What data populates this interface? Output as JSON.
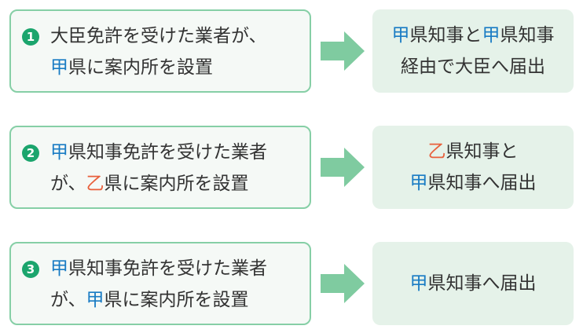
{
  "rows": [
    {
      "number": "1",
      "left": {
        "l1": [
          {
            "t": "大臣免許を受けた業者が、",
            "c": ""
          }
        ],
        "l2": [
          {
            "t": "甲",
            "c": "b"
          },
          {
            "t": "県に案内所を設置",
            "c": ""
          }
        ]
      },
      "right": {
        "l1": [
          {
            "t": "甲",
            "c": "b"
          },
          {
            "t": "県知事と",
            "c": ""
          },
          {
            "t": "甲",
            "c": "b"
          },
          {
            "t": "県知事",
            "c": ""
          }
        ],
        "l2": [
          {
            "t": "経由で大臣へ届出",
            "c": ""
          }
        ]
      }
    },
    {
      "number": "2",
      "left": {
        "l1": [
          {
            "t": "甲",
            "c": "b"
          },
          {
            "t": "県知事免許を受けた業者",
            "c": ""
          }
        ],
        "l2": [
          {
            "t": "が、",
            "c": ""
          },
          {
            "t": "乙",
            "c": "o"
          },
          {
            "t": "県に案内所を設置",
            "c": ""
          }
        ]
      },
      "right": {
        "l1": [
          {
            "t": "乙",
            "c": "o"
          },
          {
            "t": "県知事と",
            "c": ""
          }
        ],
        "l2": [
          {
            "t": "甲",
            "c": "b"
          },
          {
            "t": "県知事へ届出",
            "c": ""
          }
        ]
      }
    },
    {
      "number": "3",
      "left": {
        "l1": [
          {
            "t": "甲",
            "c": "b"
          },
          {
            "t": "県知事免許を受けた業者",
            "c": ""
          }
        ],
        "l2": [
          {
            "t": "が、",
            "c": ""
          },
          {
            "t": "甲",
            "c": "b"
          },
          {
            "t": "県に案内所を設置",
            "c": ""
          }
        ]
      },
      "right": {
        "l1": [
          {
            "t": "甲",
            "c": "b"
          },
          {
            "t": "県知事へ届出",
            "c": ""
          }
        ],
        "l2": []
      }
    }
  ],
  "colors": {
    "border": "#86cfa6",
    "number": "#1ba56d",
    "blue": "#1a7cc4",
    "orange": "#e8603c",
    "arrow": "#7fcba0",
    "result_bg": "#e5f2e9"
  }
}
